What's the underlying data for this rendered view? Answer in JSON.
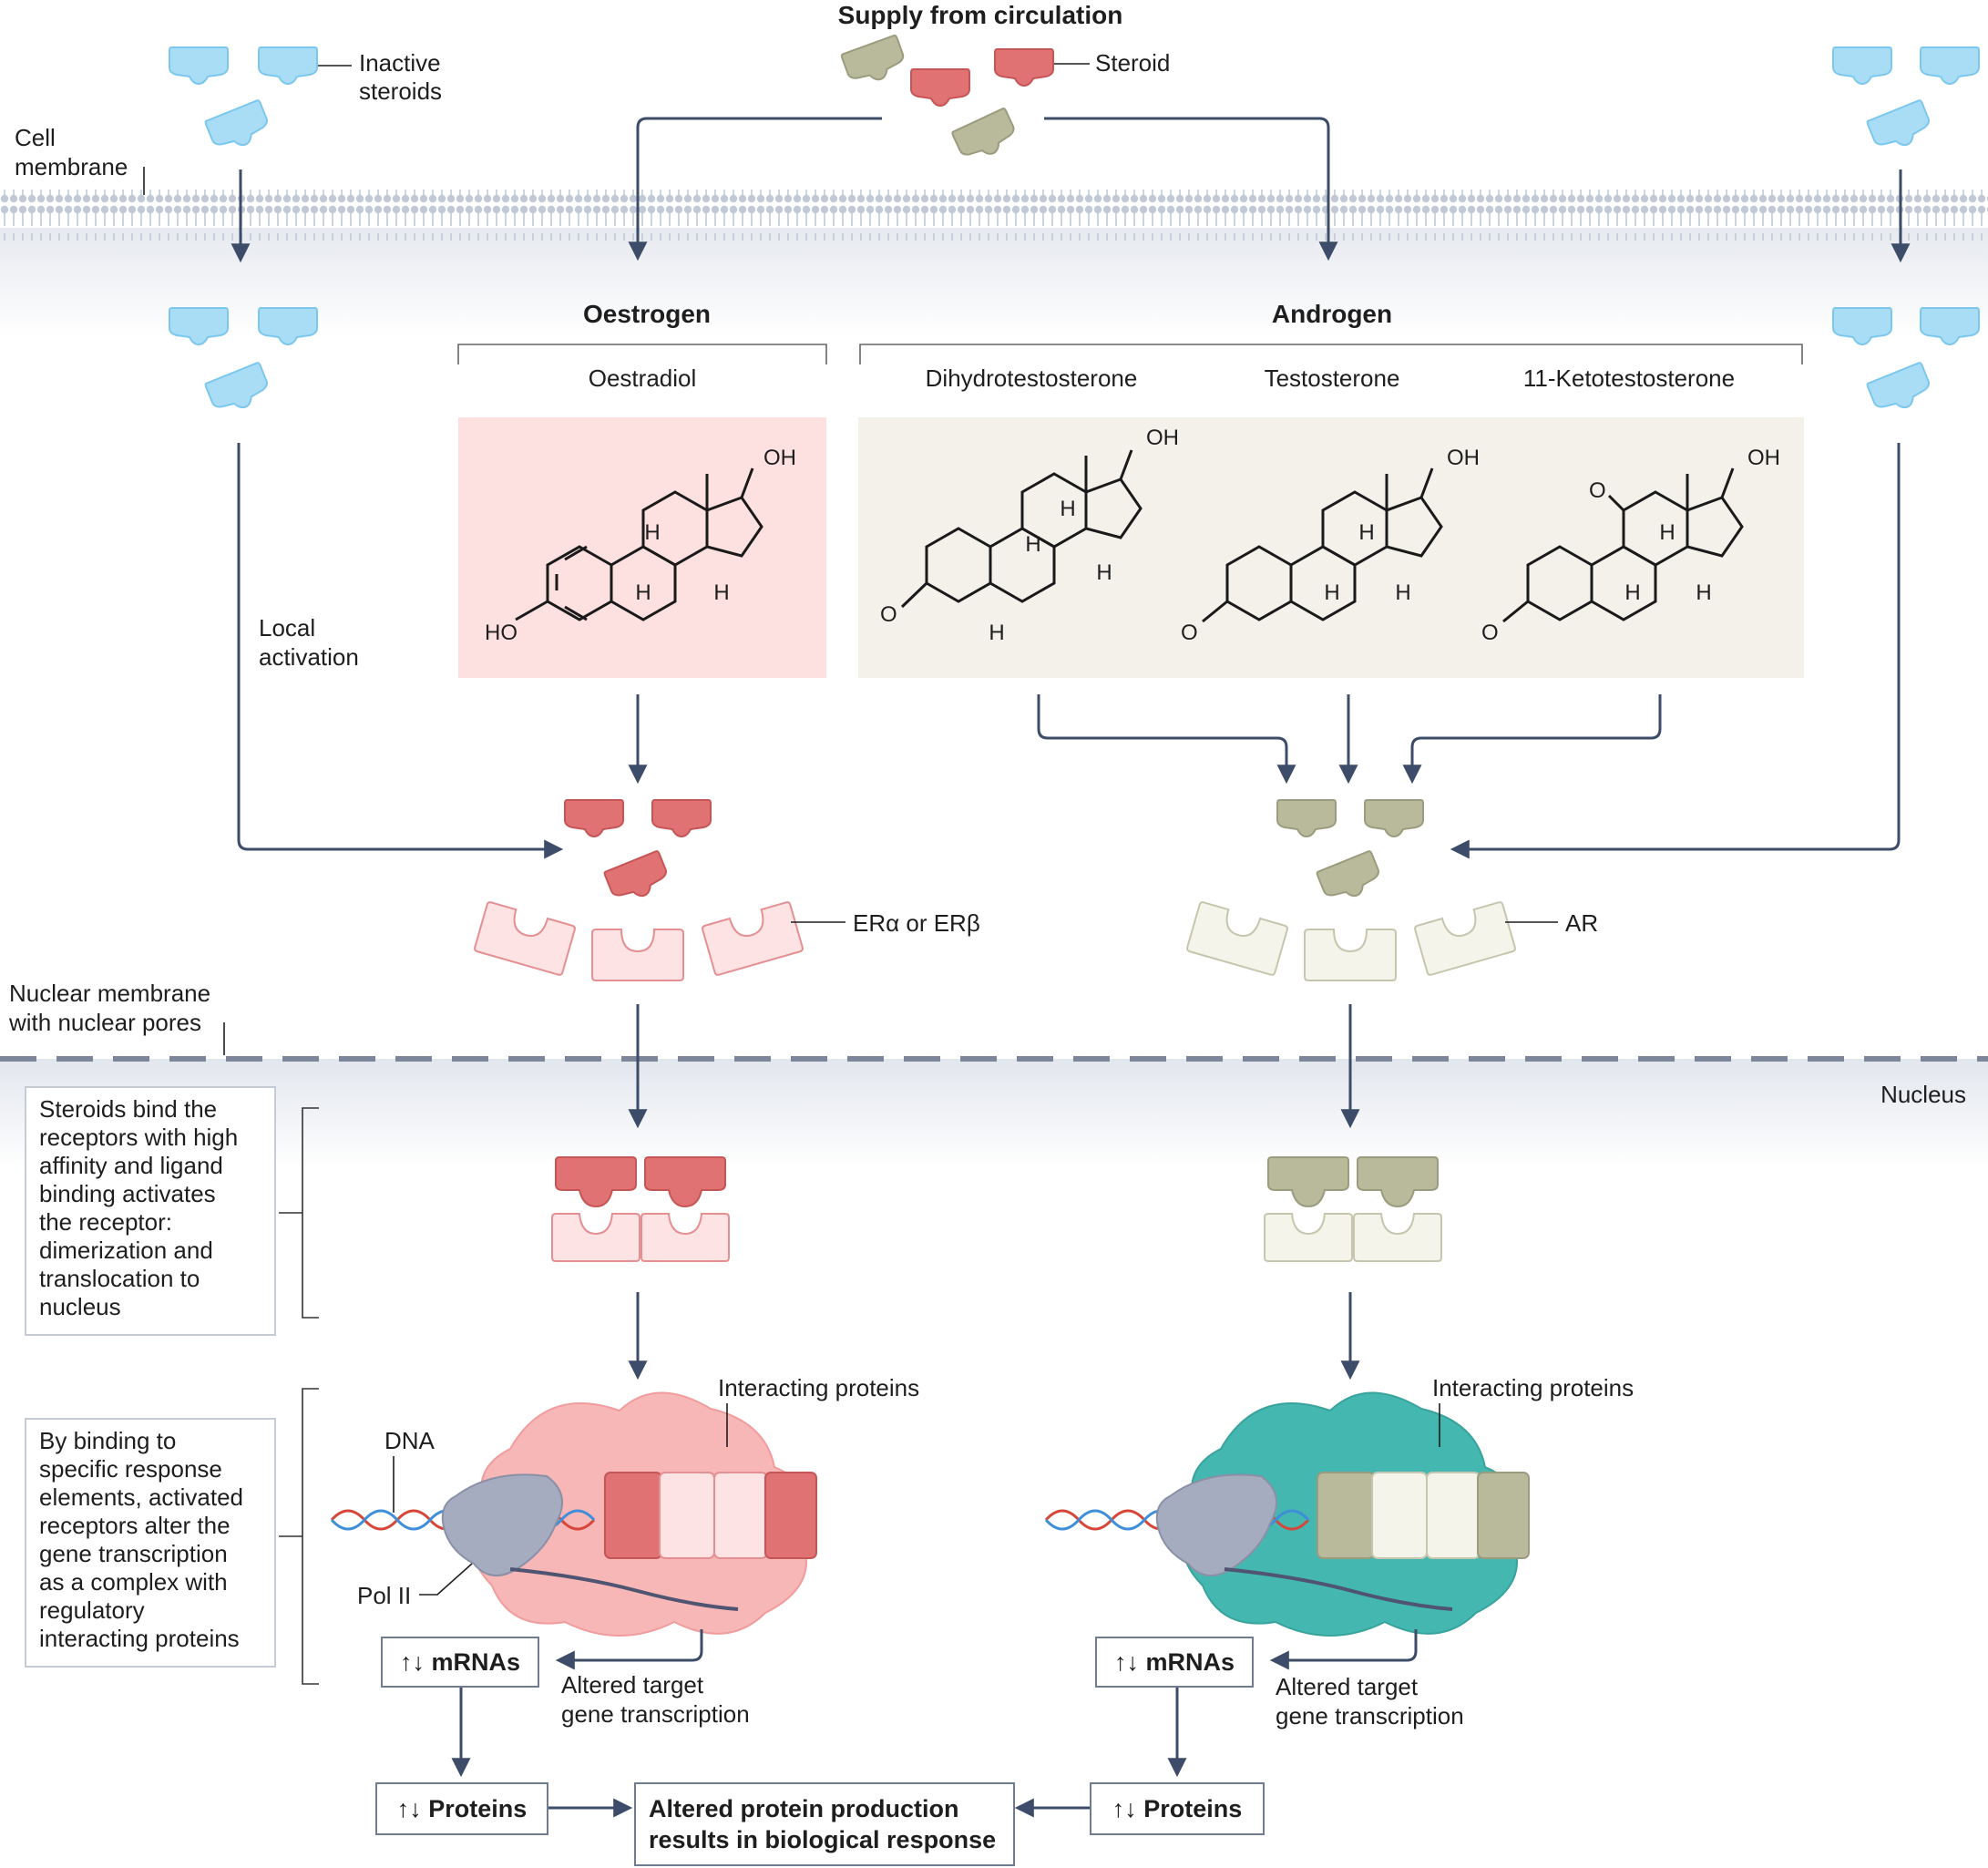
{
  "top": {
    "supply_title": "Supply from circulation",
    "steroid_label": "Steroid",
    "inactive_label_1": "Inactive",
    "inactive_label_2": "steroids",
    "cell_membrane_1": "Cell",
    "cell_membrane_2": "membrane"
  },
  "oestrogen": {
    "class_title": "Oestrogen",
    "compound": "Oestradiol",
    "receptor_label": "ERα or ERβ"
  },
  "androgen": {
    "class_title": "Androgen",
    "compounds": [
      "Dihydrotestosterone",
      "Testosterone",
      "11-Ketotestosterone"
    ],
    "receptor_label": "AR"
  },
  "chem_labels": {
    "oh": "OH",
    "ho": "HO",
    "h": "H",
    "o": "O"
  },
  "local_activation_1": "Local",
  "local_activation_2": "activation",
  "nuclear_membrane_1": "Nuclear membrane",
  "nuclear_membrane_2": "with nuclear pores",
  "nucleus_label": "Nucleus",
  "note_dimerization": "Steroids bind the\nreceptors with high\naffinity and ligand\nbinding activates\nthe receptor:\ndimerization and\ntranslocation to\nnucleus",
  "note_binding": "By binding to\nspecific response\nelements, activated\nreceptors alter the\ngene transcription\nas a complex with\nregulatory\ninteracting proteins",
  "transcription": {
    "interacting_proteins": "Interacting proteins",
    "dna": "DNA",
    "pol2": "Pol II",
    "altered_1": "Altered target",
    "altered_2": "gene transcription",
    "mrnas": "↑↓ mRNAs",
    "proteins": "↑↓ Proteins"
  },
  "outcome": {
    "line1": "Altered protein production",
    "line2": "results in biological response"
  },
  "colors": {
    "inactive": "#a9ddf5",
    "inactive_edge": "#7cc7ee",
    "oestrogen": "#e17273",
    "oestrogen_light": "#fde3e3",
    "androgen": "#b9b99c",
    "androgen_light": "#f4f4ea",
    "tan": "#bebda0",
    "arrow": "#3c4c69",
    "membrane": "#b4bcca",
    "er_complex": "#f7b7b7",
    "ar_complex": "#44b7b0",
    "pol2": "#a6acbf"
  }
}
